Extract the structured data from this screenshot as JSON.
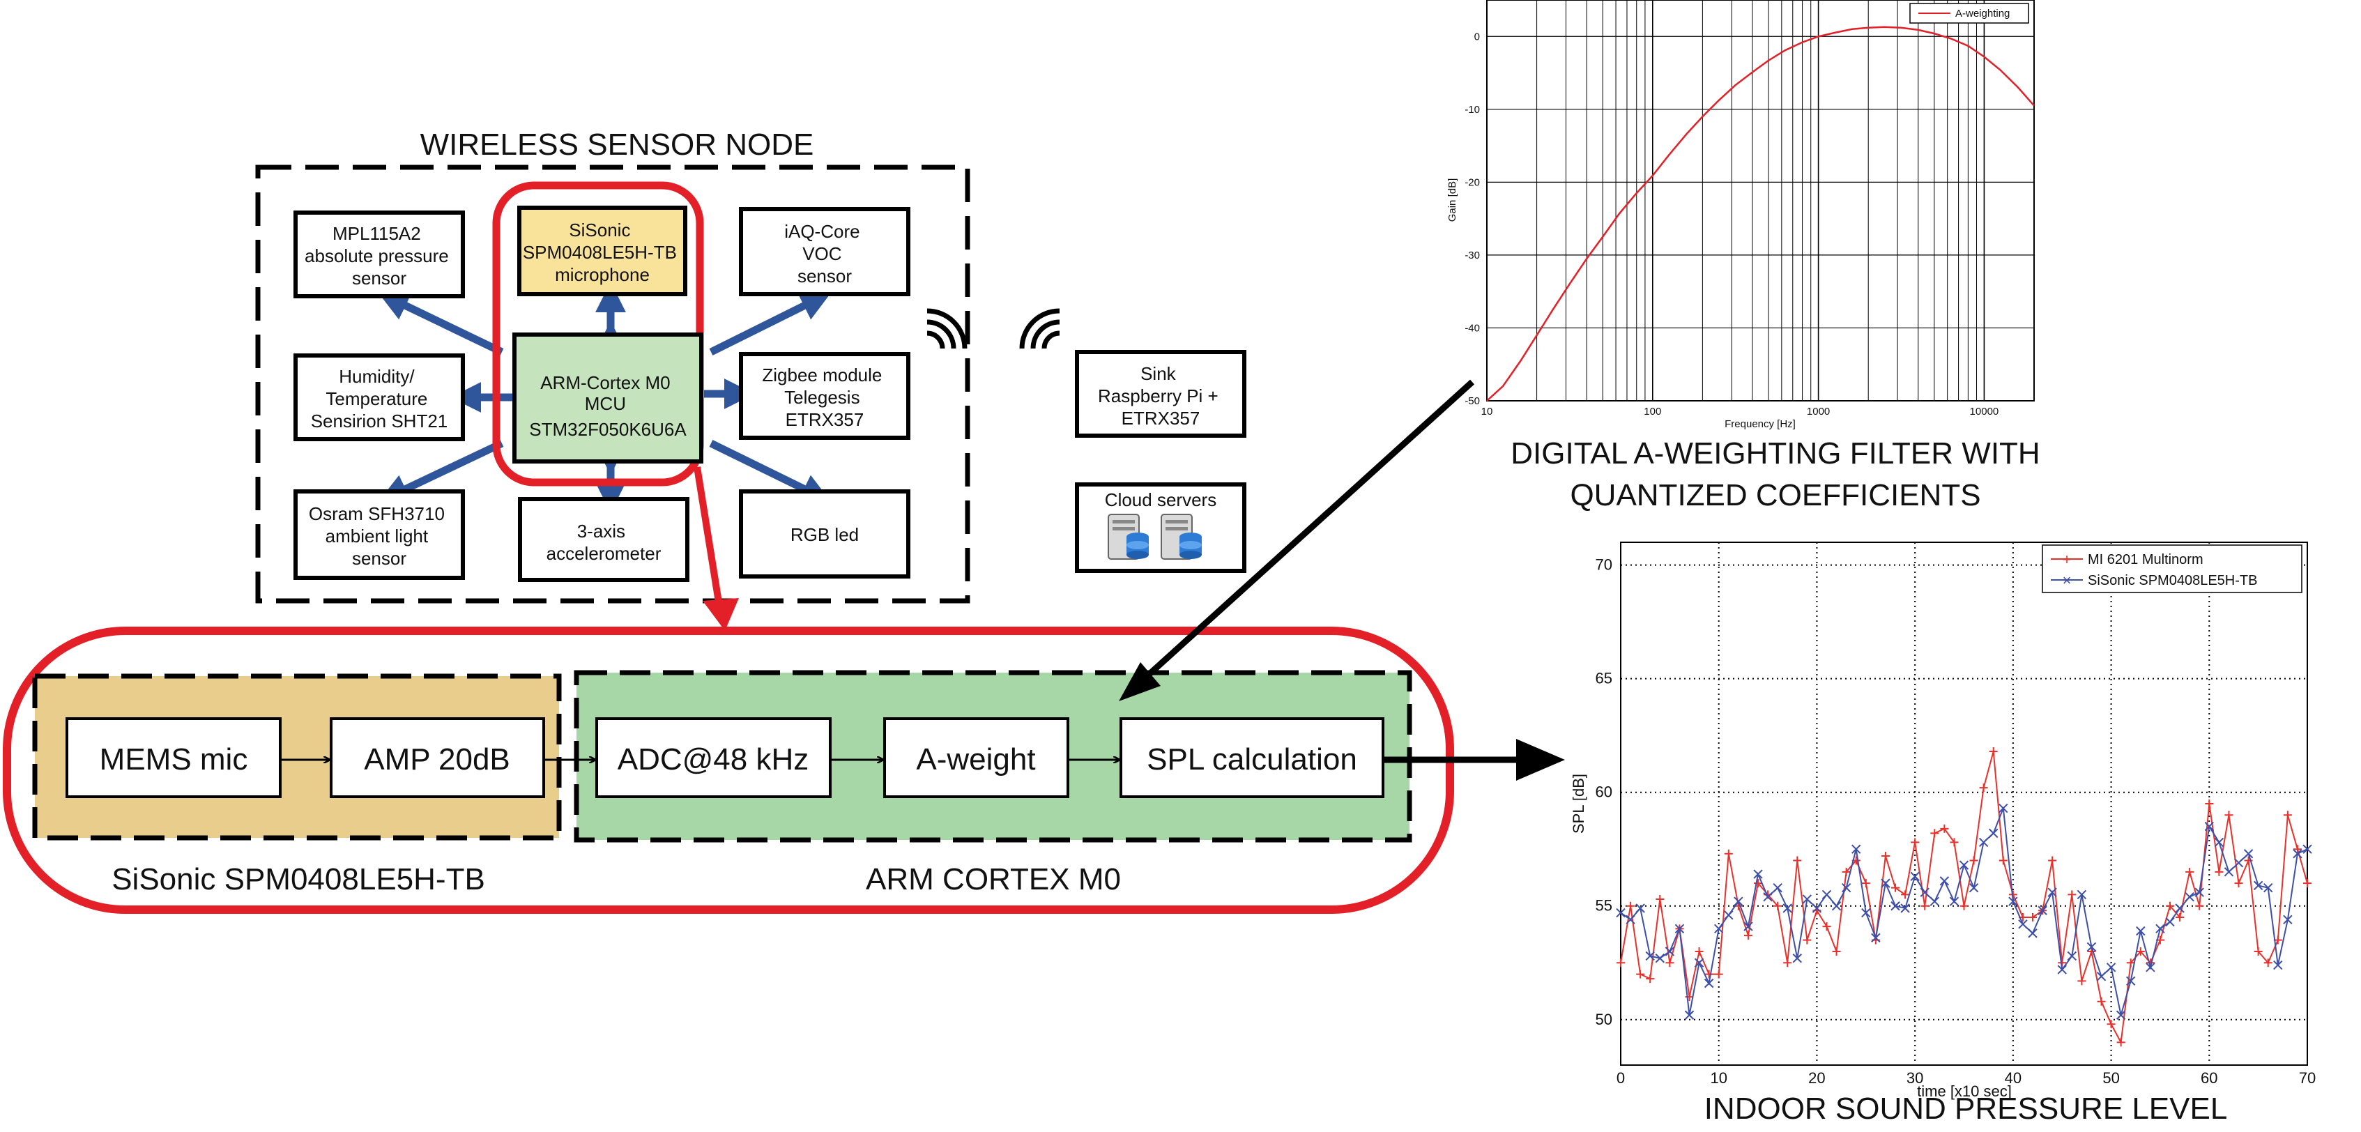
{
  "node_title": "WIRELESS SENSOR NODE",
  "sensors": {
    "pressure": [
      "MPL115A2",
      "absolute pressure",
      "sensor"
    ],
    "humidity": [
      "Humidity/",
      "Temperature",
      "Sensirion SHT21"
    ],
    "light": [
      "Osram SFH3710",
      "ambient light",
      "sensor"
    ],
    "mic": [
      "SiSonic",
      "SPM0408LE5H-TB",
      "microphone"
    ],
    "mcu": [
      "ARM-Cortex M0",
      "MCU",
      "STM32F050K6U6A"
    ],
    "accel": [
      "3-axis",
      "accelerometer"
    ],
    "voc": [
      "iAQ-Core",
      "VOC",
      "sensor"
    ],
    "zigbee": [
      "Zigbee module",
      "Telegesis",
      "ETRX357"
    ],
    "rgb": [
      "RGB led"
    ]
  },
  "sink": [
    "Sink",
    "Raspberry Pi +",
    "ETRX357"
  ],
  "cloud": "Cloud servers",
  "pipeline": {
    "mems": "MEMS mic",
    "amp": "AMP 20dB",
    "adc": "ADC@48 kHz",
    "aweight": "A-weight",
    "spl": "SPL calculation",
    "mic_group": "SiSonic SPM0408LE5H-TB",
    "mcu_group": "ARM CORTEX M0"
  },
  "filter_caption": [
    "DIGITAL A-WEIGHTING FILTER WITH",
    "QUANTIZED COEFFICIENTS"
  ],
  "spl_caption": "INDOOR SOUND PRESSURE LEVEL",
  "colors": {
    "red": "#e32027",
    "blue": "#2f559a",
    "mic_fill": "#f9e39b",
    "mcu_fill": "#c5e3bc",
    "group_orange": "#e9cd8c",
    "group_green": "#a7d7a6",
    "series_red": "#e8312b",
    "series_blue": "#3d4fa8"
  },
  "chart_data": [
    {
      "type": "line",
      "xlabel": "Frequency [Hz]",
      "ylabel": "Gain [dB]",
      "xscale": "log",
      "xlim": [
        10,
        20000
      ],
      "ylim": [
        -50,
        5
      ],
      "xticks": [
        10,
        100,
        1000,
        10000
      ],
      "xticklabels": [
        "10",
        "100",
        "1000",
        "10000"
      ],
      "yticks": [
        0,
        -10,
        -20,
        -30,
        -40,
        -50
      ],
      "yticklabels": [
        "0",
        "-10",
        "-20",
        "-30",
        "-40",
        "-50"
      ],
      "grid": true,
      "legend": "top-right",
      "series": [
        {
          "name": "A-weighting",
          "color": "#e32027",
          "x": [
            10,
            12.5,
            16,
            20,
            25,
            31.5,
            40,
            50,
            63,
            80,
            100,
            125,
            160,
            200,
            250,
            315,
            400,
            500,
            630,
            800,
            1000,
            1250,
            1600,
            2000,
            2500,
            3150,
            4000,
            5000,
            6300,
            8000,
            10000,
            12500,
            16000,
            20000
          ],
          "y": [
            -50,
            -48,
            -44.5,
            -41,
            -37.5,
            -34,
            -30.5,
            -27.5,
            -24.3,
            -21.5,
            -19.1,
            -16.3,
            -13.4,
            -11,
            -8.8,
            -6.7,
            -4.9,
            -3.3,
            -1.9,
            -0.8,
            0,
            0.5,
            1,
            1.2,
            1.3,
            1.2,
            0.9,
            0.4,
            -0.3,
            -1.3,
            -2.8,
            -4.6,
            -7,
            -9.5
          ]
        }
      ]
    },
    {
      "type": "line",
      "xlabel": "time [x10 sec]",
      "ylabel": "SPL [dB]",
      "xlim": [
        0,
        70
      ],
      "ylim": [
        48,
        71
      ],
      "xticks": [
        0,
        10,
        20,
        30,
        40,
        50,
        60,
        70
      ],
      "yticks": [
        50,
        55,
        60,
        65,
        70
      ],
      "grid": "dotted",
      "legend": "top-right",
      "series": [
        {
          "name": "MI 6201 Multinorm",
          "color": "#e8312b",
          "marker": "+",
          "y": [
            52.5,
            55,
            52,
            51.8,
            55.3,
            52.5,
            54,
            51,
            53,
            52,
            52,
            57.3,
            55,
            53.7,
            56,
            55.5,
            55,
            52.5,
            57,
            53.5,
            54.8,
            54.1,
            53,
            56.5,
            57,
            56,
            53.5,
            57.2,
            55.8,
            55.5,
            57.8,
            55,
            58.2,
            58.4,
            57.8,
            55,
            57,
            60.2,
            61.8,
            57,
            55.5,
            54.5,
            54.5,
            54.8,
            57,
            52.5,
            55.5,
            51.7,
            53,
            50.8,
            49.8,
            49,
            52.5,
            53,
            52.5,
            53.5,
            55,
            54.5,
            56.5,
            55,
            59.5,
            56.5,
            59,
            56,
            57,
            53,
            52.5,
            53.5,
            59,
            57.5,
            56
          ]
        },
        {
          "name": "SiSonic SPM0408LE5H-TB",
          "color": "#3d4fa8",
          "marker": "x",
          "y": [
            54.7,
            54.4,
            54.9,
            52.8,
            52.7,
            53,
            54,
            50.2,
            52.5,
            51.6,
            54,
            54.6,
            55.2,
            54.1,
            56.4,
            55.4,
            55.8,
            54.9,
            52.7,
            55.3,
            54.9,
            55.5,
            55,
            55.8,
            57.5,
            54.7,
            53.6,
            56,
            55,
            54.9,
            56.3,
            55.6,
            55.2,
            56.1,
            55.2,
            56.8,
            55.8,
            57.8,
            58.2,
            59.3,
            55.2,
            54.2,
            53.8,
            54.8,
            55.6,
            52.2,
            52.8,
            55.5,
            53.2,
            51.9,
            52.3,
            50.2,
            51.7,
            53.9,
            52.3,
            54,
            54.3,
            54.9,
            55.4,
            55.6,
            58.5,
            57.8,
            56.5,
            56.9,
            57.3,
            55.9,
            55.8,
            52.4,
            54.4,
            57.3,
            57.5
          ]
        }
      ]
    }
  ]
}
